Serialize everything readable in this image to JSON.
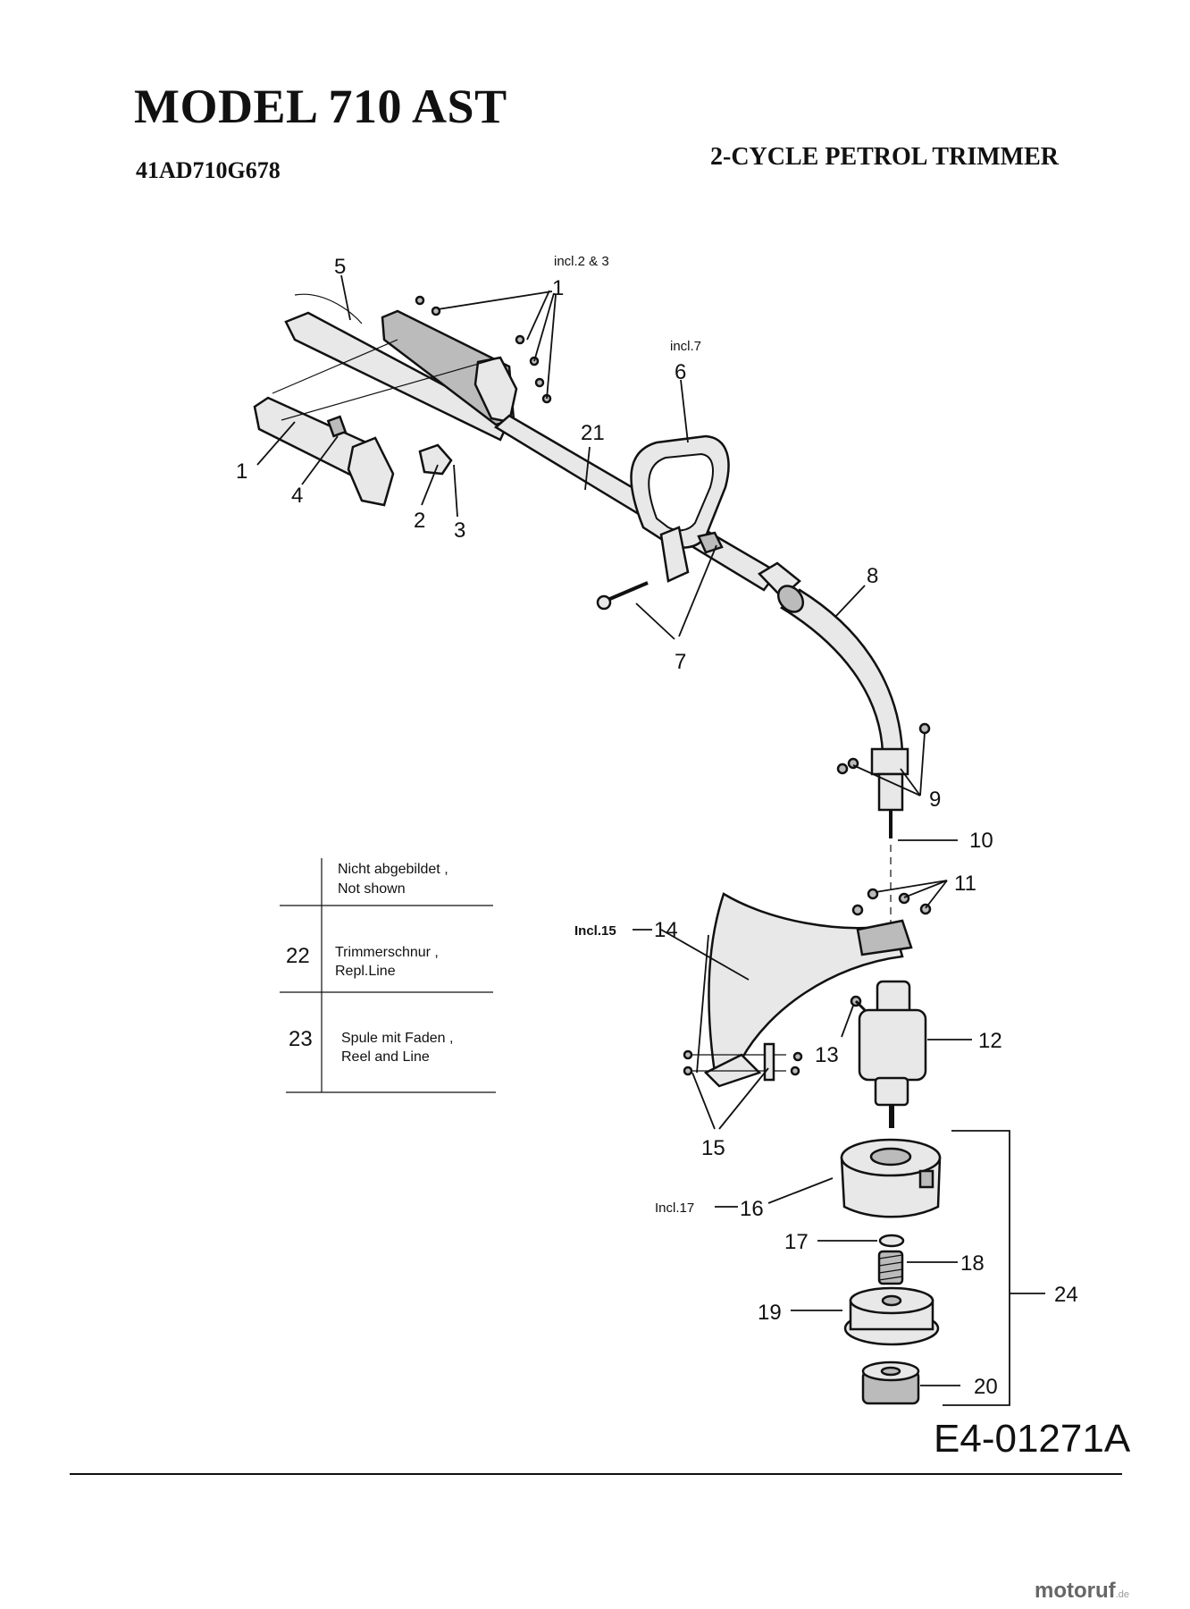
{
  "header": {
    "title": "MODEL 710 AST",
    "model_number": "41AD710G678",
    "product_name": "2-CYCLE PETROL TRIMMER"
  },
  "diagram": {
    "notes": {
      "incl_2_3": "incl.2 & 3",
      "incl_7": "incl.7",
      "incl_15": "Incl.15",
      "incl_17": "Incl.17"
    },
    "part_labels": [
      "1",
      "2",
      "3",
      "4",
      "5",
      "6",
      "7",
      "8",
      "9",
      "10",
      "11",
      "12",
      "13",
      "14",
      "15",
      "16",
      "17",
      "18",
      "19",
      "20",
      "21",
      "24"
    ]
  },
  "legend_table": {
    "header_line1": "Nicht abgebildet ,",
    "header_line2": "Not shown",
    "rows": [
      {
        "number": "22",
        "line1": "Trimmerschnur ,",
        "line2": "Repl.Line"
      },
      {
        "number": "23",
        "line1": "Spule mit Faden ,",
        "line2": "Reel and Line"
      }
    ]
  },
  "footer": {
    "drawing_number": "E4-01271A",
    "watermark_main": "motoruf",
    "watermark_suffix": ".de"
  }
}
